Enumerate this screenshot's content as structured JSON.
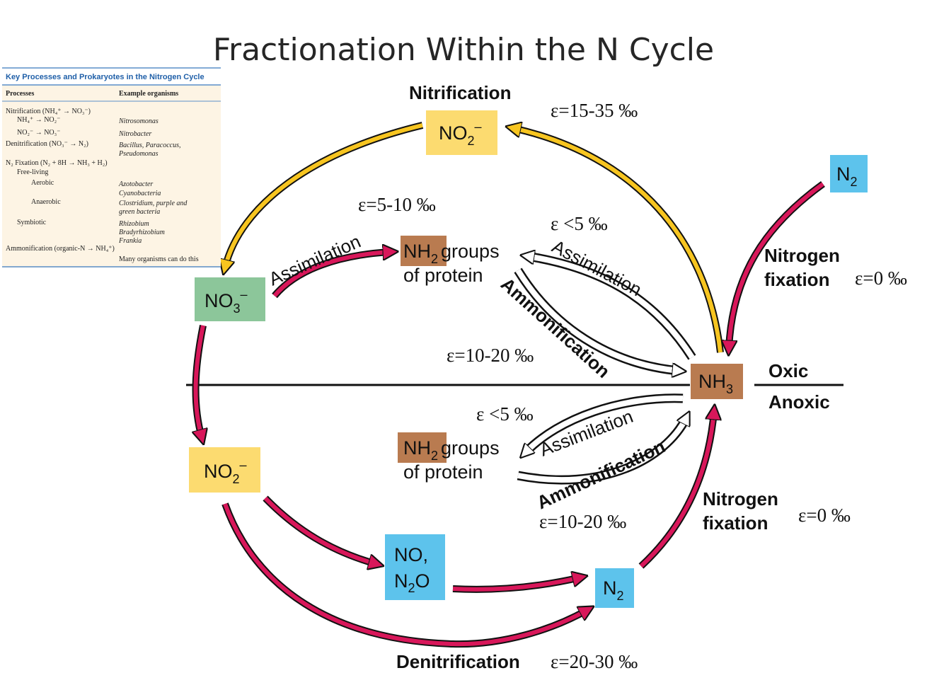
{
  "title": "Fractionation Within the N Cycle",
  "boxes": {
    "no2_top": {
      "main": "NO",
      "sub": "2",
      "sup": "–",
      "color": "#fcdb70"
    },
    "no3": {
      "main": "NO",
      "sub": "3",
      "sup": "–",
      "color": "#8cc69a"
    },
    "no2_bottom": {
      "main": "NO",
      "sub": "2",
      "sup": "–",
      "color": "#fcdb70"
    },
    "no_n2o": {
      "line1": "NO,",
      "line2_main": "N",
      "line2_sub": "2",
      "line2_tail": "O",
      "color": "#5dc3ec"
    },
    "n2_bottom": {
      "main": "N",
      "sub": "2",
      "color": "#5dc3ec"
    },
    "n2_top": {
      "main": "N",
      "sub": "2",
      "color": "#5dc3ec"
    },
    "nh3": {
      "main": "NH",
      "sub": "3",
      "color": "#b97b50"
    },
    "nh2_upper": {
      "main": "NH",
      "sub": "2",
      "color": "#b97b50"
    },
    "nh2_lower": {
      "main": "NH",
      "sub": "2",
      "color": "#b97b50"
    }
  },
  "labels": {
    "nitrification": "Nitrification",
    "groups_upper": "groups",
    "protein_upper": "of protein",
    "groups_lower": "groups",
    "protein_lower": "of protein",
    "assimilation_left": "Assimilation",
    "assimilation_upper": "Assimilation",
    "ammonification_upper": "Ammonification",
    "assimilation_lower": "Assimilation",
    "ammonification_lower": "Ammonification",
    "nitrogen_fixation_top_1": "Nitrogen",
    "nitrogen_fixation_top_2": "fixation",
    "nitrogen_fixation_bottom_1": "Nitrogen",
    "nitrogen_fixation_bottom_2": "fixation",
    "oxic": "Oxic",
    "anoxic": "Anoxic",
    "denitrification": "Denitrification"
  },
  "epsilons": {
    "nitrification": "ε=15-35 ‰",
    "assimilation_no3": "ε=5-10 ‰",
    "assimilation_upper": "ε <5 ‰",
    "ammonification_upper": "ε=10-20 ‰",
    "fixation_top": "ε=0 ‰",
    "assimilation_lower": "ε <5 ‰",
    "ammonification_lower": "ε=10-20 ‰",
    "fixation_bottom": "ε=0 ‰",
    "denitrification": "ε=20-30 ‰"
  },
  "colors": {
    "yellow_arrow": "#f7c520",
    "crimson_arrow": "#d8175a",
    "hollow_arrow_fill": "#ffffff",
    "line": "#111111",
    "table_title": "#1f5fa8"
  },
  "table": {
    "title": "Key Processes and Prokaryotes in the Nitrogen Cycle",
    "headers": {
      "processes": "Processes",
      "organisms": "Example organisms"
    },
    "rows": [
      {
        "process": "Nitrification (NH₄⁺ → NO₃⁻)",
        "organism": ""
      },
      {
        "process": "NH₄⁺ → NO₂⁻",
        "organism": "Nitrosomonas"
      },
      {
        "process": "NO₂⁻ → NO₃⁻",
        "organism": "Nitrobacter"
      },
      {
        "process": "Denitrification (NO₃⁻ → N₂)",
        "organism": "Bacillus, Paracoccus,"
      },
      {
        "process": "",
        "organism": "Pseudomonas"
      },
      {
        "process": "N₂ Fixation (N₂ + 8H → NH₃ + H₂)",
        "organism": ""
      },
      {
        "process": "Free-living",
        "organism": ""
      },
      {
        "process": "Aerobic",
        "organism": "Azotobacter"
      },
      {
        "process": "",
        "organism": "Cyanobacteria"
      },
      {
        "process": "Anaerobic",
        "organism": "Clostridium, purple and"
      },
      {
        "process": "",
        "organism": "green bacteria"
      },
      {
        "process": "Symbiotic",
        "organism": "Rhizobium"
      },
      {
        "process": "",
        "organism": "Bradyrhizobium"
      },
      {
        "process": "",
        "organism": "Frankia"
      },
      {
        "process": "Ammonification (organic-N → NH₄⁺)",
        "organism": ""
      },
      {
        "process": "",
        "organism": "Many organisms can do this"
      }
    ]
  }
}
